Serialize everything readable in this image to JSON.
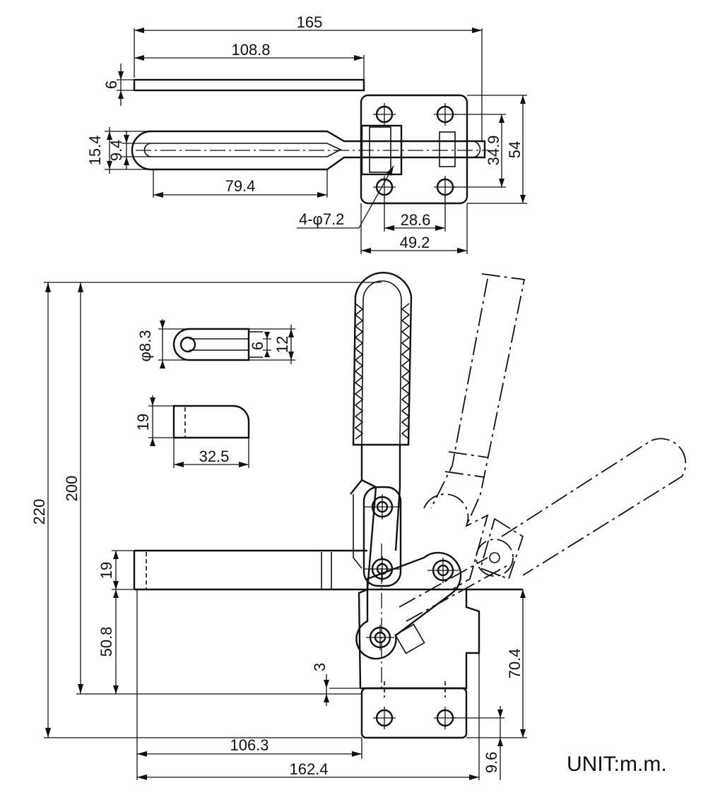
{
  "dimensions": {
    "top_overall_length": "165",
    "top_arm_length": "108.8",
    "top_arm_thickness": "6",
    "handle_width": "15.4",
    "handle_slot": "9.4",
    "handle_length": "79.4",
    "base_hole_spacing_y": "34.9",
    "base_width": "54",
    "base_hole_spacing_x": "28.6",
    "base_length": "49.2",
    "hole_callout": "4-φ7.2",
    "overall_height": "220",
    "height_to_pivot": "200",
    "slot_diameter": "φ8.3",
    "slot_width": "6",
    "slot_outer_width": "12",
    "pad_height": "19",
    "pad_length": "32.5",
    "arm_height": "19",
    "body_height": "50.8",
    "base_offset": "3",
    "base_height": "70.4",
    "front_length": "106.3",
    "front_overall_length": "162.4",
    "base_step": "9.6"
  },
  "unit_label": "UNIT:m.m."
}
